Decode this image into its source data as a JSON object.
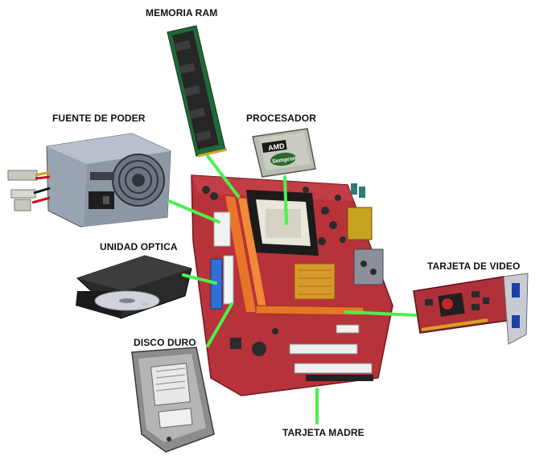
{
  "labels": {
    "ram": "MEMORIA RAM",
    "psu": "FUENTE DE PODER",
    "cpu": "PROCESADOR",
    "optical": "UNIDAD OPTICA",
    "gpu": "TARJETA DE VIDEO",
    "hdd": "DISCO DURO",
    "motherboard": "TARJETA MADRE"
  },
  "imprints": {
    "cpu_brand": "AMD",
    "cpu_model": "Sempron"
  },
  "colors": {
    "connector_line": "#4cf04c",
    "board": "#b8323a",
    "ram_chip": "#2a2a2a",
    "psu_body": "#9aa4b0"
  }
}
